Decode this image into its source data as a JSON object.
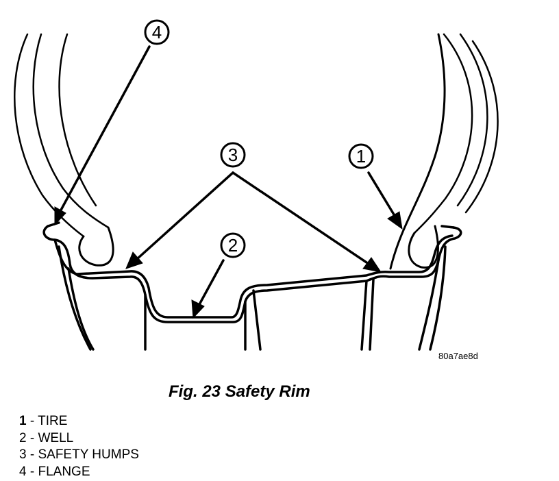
{
  "figure": {
    "code": "80a7ae8d",
    "caption": "Fig. 23 Safety Rim"
  },
  "callouts": [
    {
      "num": "1",
      "target": "TIRE"
    },
    {
      "num": "2",
      "target": "WELL"
    },
    {
      "num": "3",
      "target": "SAFETY HUMPS"
    },
    {
      "num": "4",
      "target": "FLANGE"
    }
  ],
  "legend": [
    {
      "num": "1",
      "sep": " - ",
      "label": "TIRE"
    },
    {
      "num": "2",
      "sep": " - ",
      "label": "WELL"
    },
    {
      "num": "3",
      "sep": " - ",
      "label": "SAFETY HUMPS"
    },
    {
      "num": "4",
      "sep": " - ",
      "label": "FLANGE"
    }
  ]
}
